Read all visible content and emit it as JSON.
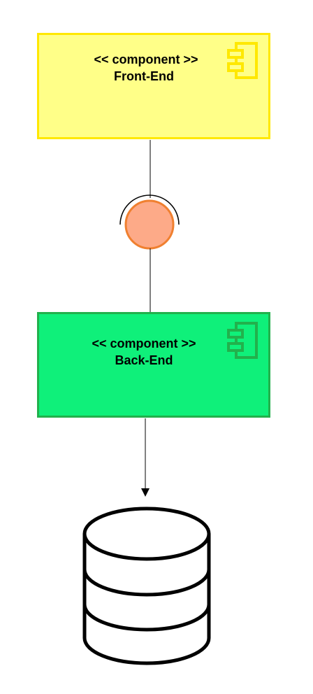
{
  "components": [
    {
      "stereotype": "<< component >>",
      "name": "Front-End",
      "fill": "#ffff88",
      "border": "#ffe800"
    },
    {
      "stereotype": "<< component >>",
      "name": "Back-End",
      "fill": "#0ff07a",
      "border": "#22b14c"
    }
  ],
  "interface": {
    "fill": "#fdaa88",
    "border": "#f08030"
  },
  "datastore": {
    "icon": "database-icon"
  }
}
